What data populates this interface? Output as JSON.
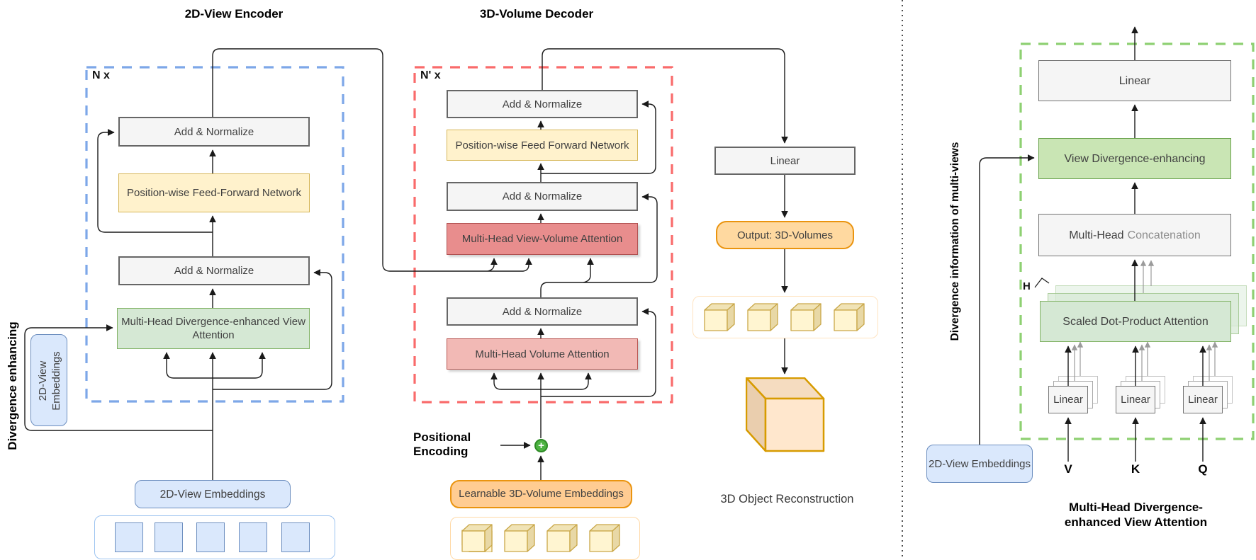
{
  "encoder": {
    "title": "2D-View Encoder",
    "loop_label": "N x",
    "add_norm_1": "Add & Normalize",
    "ffn": "Position-wise Feed-Forward Network",
    "add_norm_2": "Add & Normalize",
    "attention": "Multi-Head Divergence-enhanced View Attention",
    "divergence_label": "Divergence enhancing",
    "embeddings_side": "2D-View Embeddings",
    "embeddings_input": "2D-View Embeddings"
  },
  "decoder": {
    "title": "3D-Volume Decoder",
    "loop_label": "N' x",
    "add_norm_top": "Add & Normalize",
    "ffn": "Position-wise Feed Forward Network",
    "add_norm_mid": "Add & Normalize",
    "view_volume_attention": "Multi-Head View-Volume Attention",
    "add_norm_bottom": "Add & Normalize",
    "volume_attention": "Multi-Head Volume Attention",
    "positional_encoding": "Positional Encoding",
    "plus": "+",
    "learnable_embeddings": "Learnable 3D-Volume Embeddings"
  },
  "output_branch": {
    "linear": "Linear",
    "volumes": "Output: 3D-Volumes",
    "caption": "3D Object Reconstruction"
  },
  "attention_detail": {
    "side_label": "Divergence information of multi-views",
    "linear": "Linear",
    "view_divergence": "View Divergence-enhancing",
    "concat_prefix": "Multi-Head",
    "concat_suffix": "Concatenation",
    "heads_label": "H",
    "sdpa": "Scaled Dot-Product Attention",
    "linear_v": "Linear",
    "linear_k": "Linear",
    "linear_q": "Linear",
    "v_label": "V",
    "k_label": "K",
    "q_label": "Q",
    "embeddings": "2D-View Embeddings",
    "caption": "Multi-Head Divergence-enhanced View Attention"
  },
  "colors": {
    "blue_dashed": "#7da7e8",
    "red_dashed": "#f96b6b",
    "green_dashed": "#8ed072",
    "gray_fill": "#f5f5f5",
    "yellow_fill": "#fff2cc",
    "green_fill": "#d5e8d4",
    "view_divergence_fill": "#c9e5b4",
    "red_fill": "#e88d8d",
    "pink_fill": "#f2b9b5",
    "blue_fill": "#dae8fc",
    "orange_fill": "#ffcc92"
  }
}
